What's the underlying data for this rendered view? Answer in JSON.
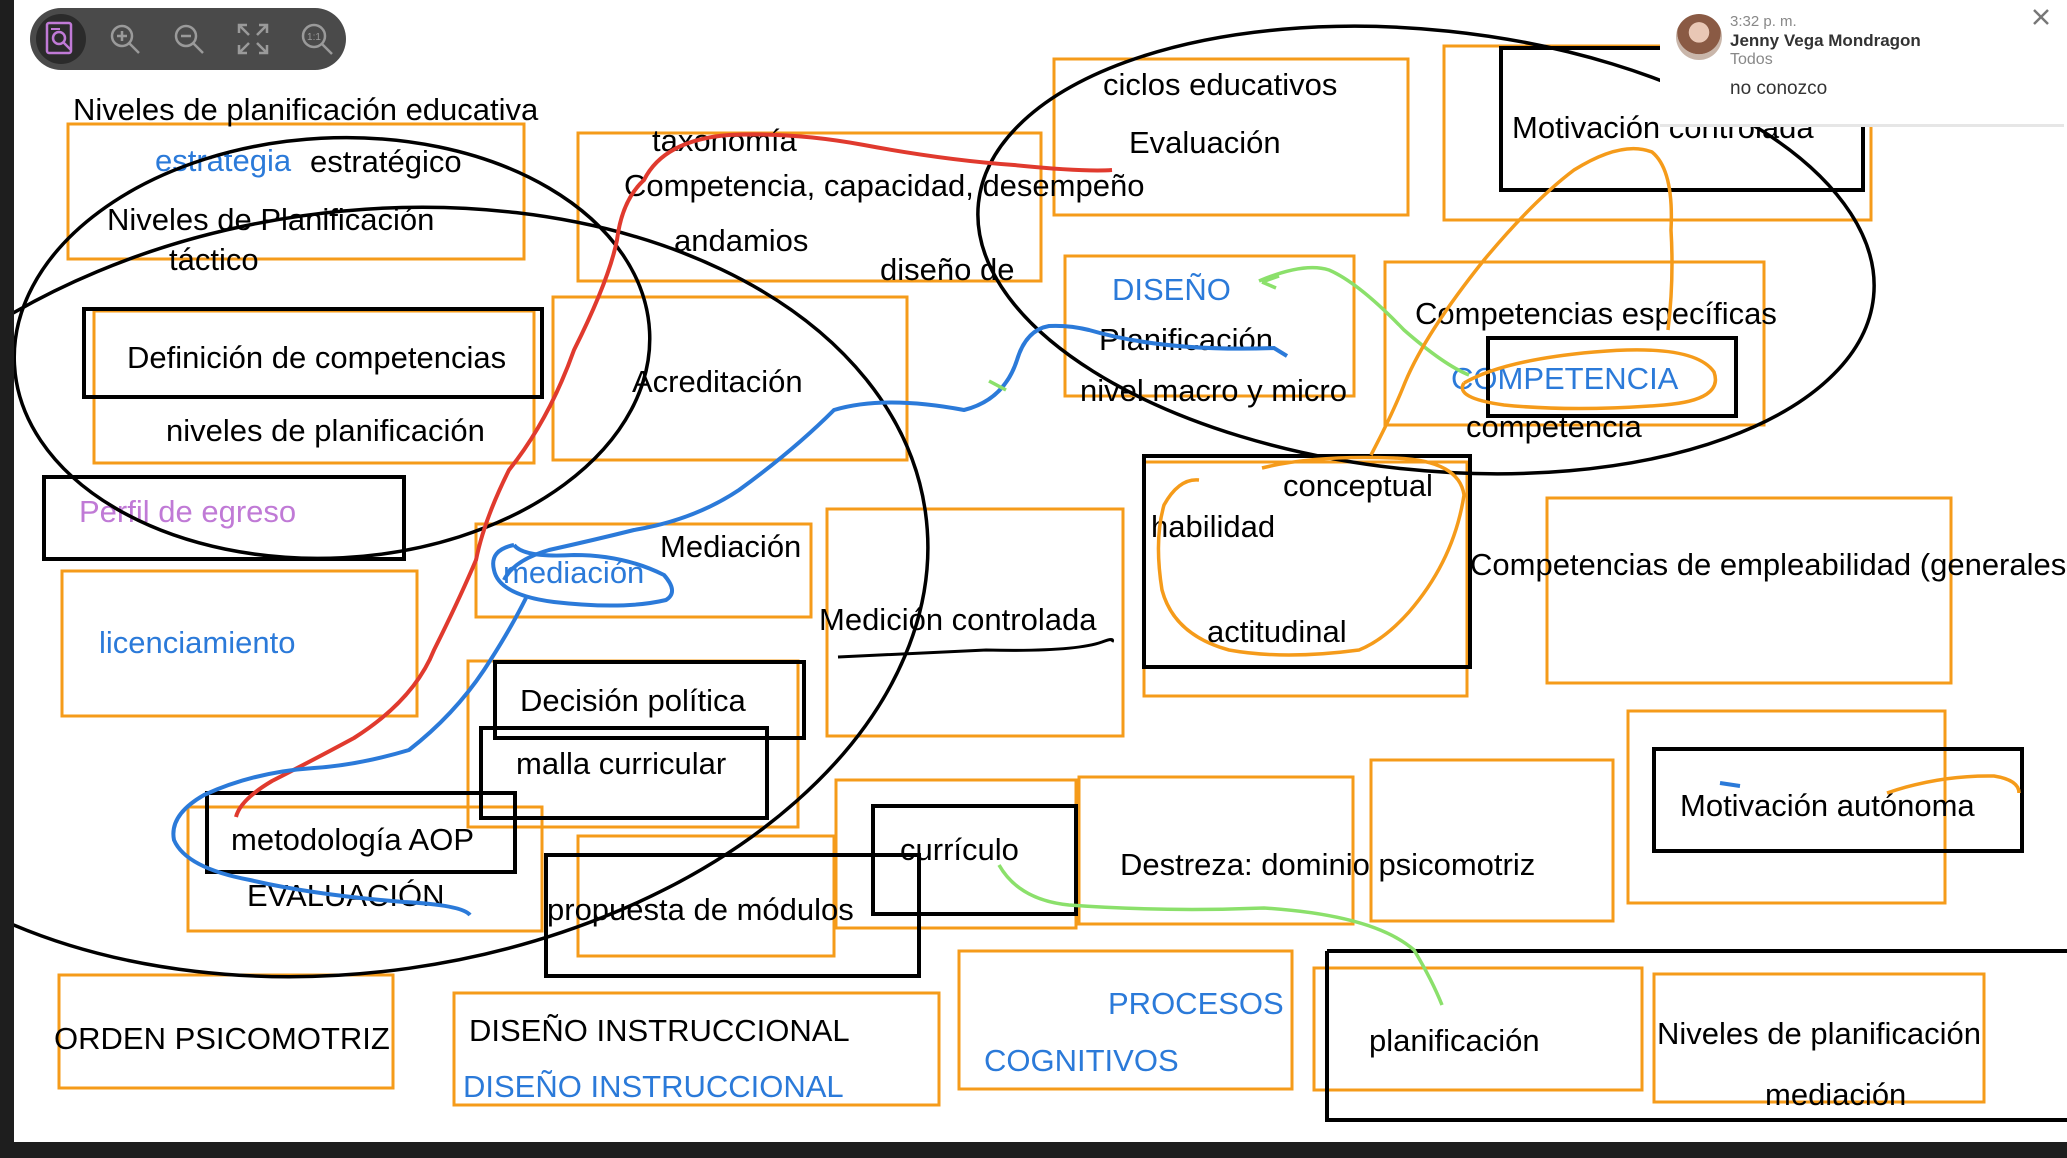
{
  "toolbar": {
    "buttons": [
      {
        "icon": "view-fit-icon",
        "active": true
      },
      {
        "icon": "zoom-in-icon"
      },
      {
        "icon": "zoom-out-icon"
      },
      {
        "icon": "fit-to-screen-icon"
      },
      {
        "icon": "actual-size-icon",
        "label": "1:1"
      }
    ]
  },
  "notification": {
    "time": "3:32 p. m.",
    "author": "Jenny Vega Mondragon",
    "audience": "Todos",
    "message": "no conozco"
  },
  "notes": [
    "Niveles de planificación educativa",
    "estrategia",
    "estratégico",
    "Niveles de Planificación",
    "táctico",
    "taxonomía",
    "Competencia, capacidad, desempeño",
    "andamios",
    "diseño de",
    "ciclos educativos",
    "Evaluación",
    "Motivación controlada",
    "Definición de competencias",
    "niveles de planificación",
    "Acreditación",
    "DISEÑO",
    "Planificación",
    "nivel macro y micro",
    "Competencias específicas",
    "COMPETENCIA",
    "competencia",
    "Perfil de egreso",
    "mediación",
    "Mediación",
    "conceptual",
    "habilidad",
    "Competencias de empleabilidad (generales",
    "licenciamiento",
    "Medición controlada",
    "actitudinal",
    "Decisión política",
    "malla curricular",
    "Motivación autónoma",
    "metodología AOP",
    "currículo",
    "Destreza: dominio psicomotriz",
    "EVALUACIÓN",
    "propuesta de módulos",
    "PROCESOS",
    "ORDEN PSICOMOTRIZ",
    "DISEÑO INSTRUCCIONAL",
    "planificación",
    "Niveles de planificación",
    "DISEÑO INSTRUCCIONAL",
    "COGNITIVOS",
    "mediación"
  ],
  "colors": {
    "orange": "#f59b1a",
    "black": "#000000",
    "blue": "#2b7ad9",
    "red": "#e03a2e",
    "green": "#8be06b",
    "violet": "#c07ad6"
  }
}
